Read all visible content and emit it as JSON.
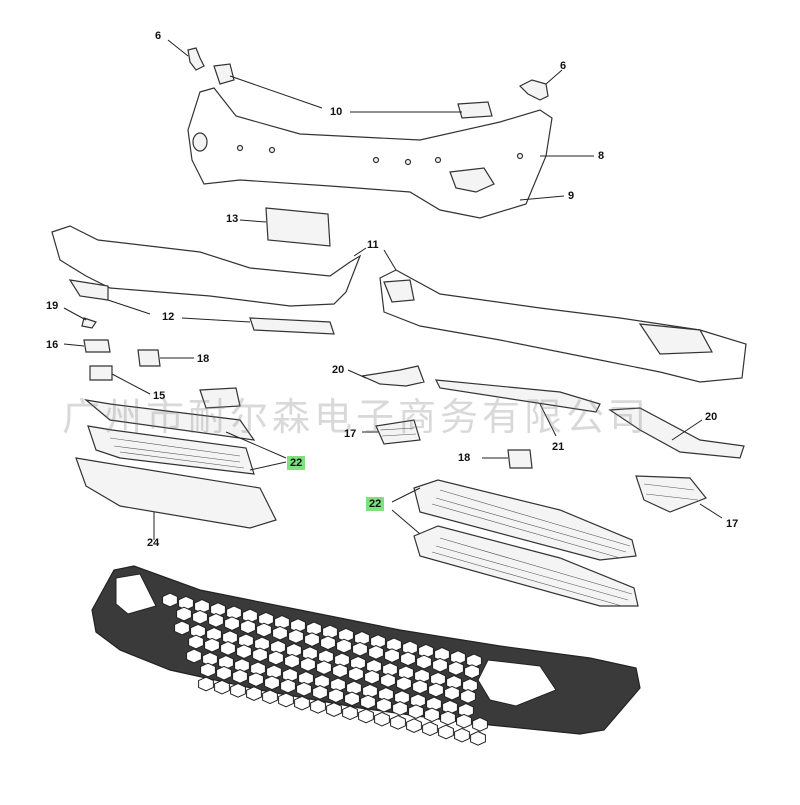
{
  "callouts": [
    {
      "id": "c6a",
      "label": "6"
    },
    {
      "id": "c6b",
      "label": "6"
    },
    {
      "id": "c10",
      "label": "10"
    },
    {
      "id": "c8",
      "label": "8"
    },
    {
      "id": "c9",
      "label": "9"
    },
    {
      "id": "c13",
      "label": "13"
    },
    {
      "id": "c11",
      "label": "11"
    },
    {
      "id": "c19",
      "label": "19"
    },
    {
      "id": "c12",
      "label": "12"
    },
    {
      "id": "c16",
      "label": "16"
    },
    {
      "id": "c18a",
      "label": "18"
    },
    {
      "id": "c15",
      "label": "15"
    },
    {
      "id": "c20a",
      "label": "20"
    },
    {
      "id": "c20b",
      "label": "20"
    },
    {
      "id": "c21",
      "label": "21"
    },
    {
      "id": "c17a",
      "label": "17"
    },
    {
      "id": "c17b",
      "label": "17"
    },
    {
      "id": "c18b",
      "label": "18"
    },
    {
      "id": "c22a",
      "label": "22"
    },
    {
      "id": "c22b",
      "label": "22"
    },
    {
      "id": "c24",
      "label": "24"
    }
  ],
  "watermark": "广州市耐尔森电子商务有限公司",
  "highlight_color": "#7ee07e"
}
